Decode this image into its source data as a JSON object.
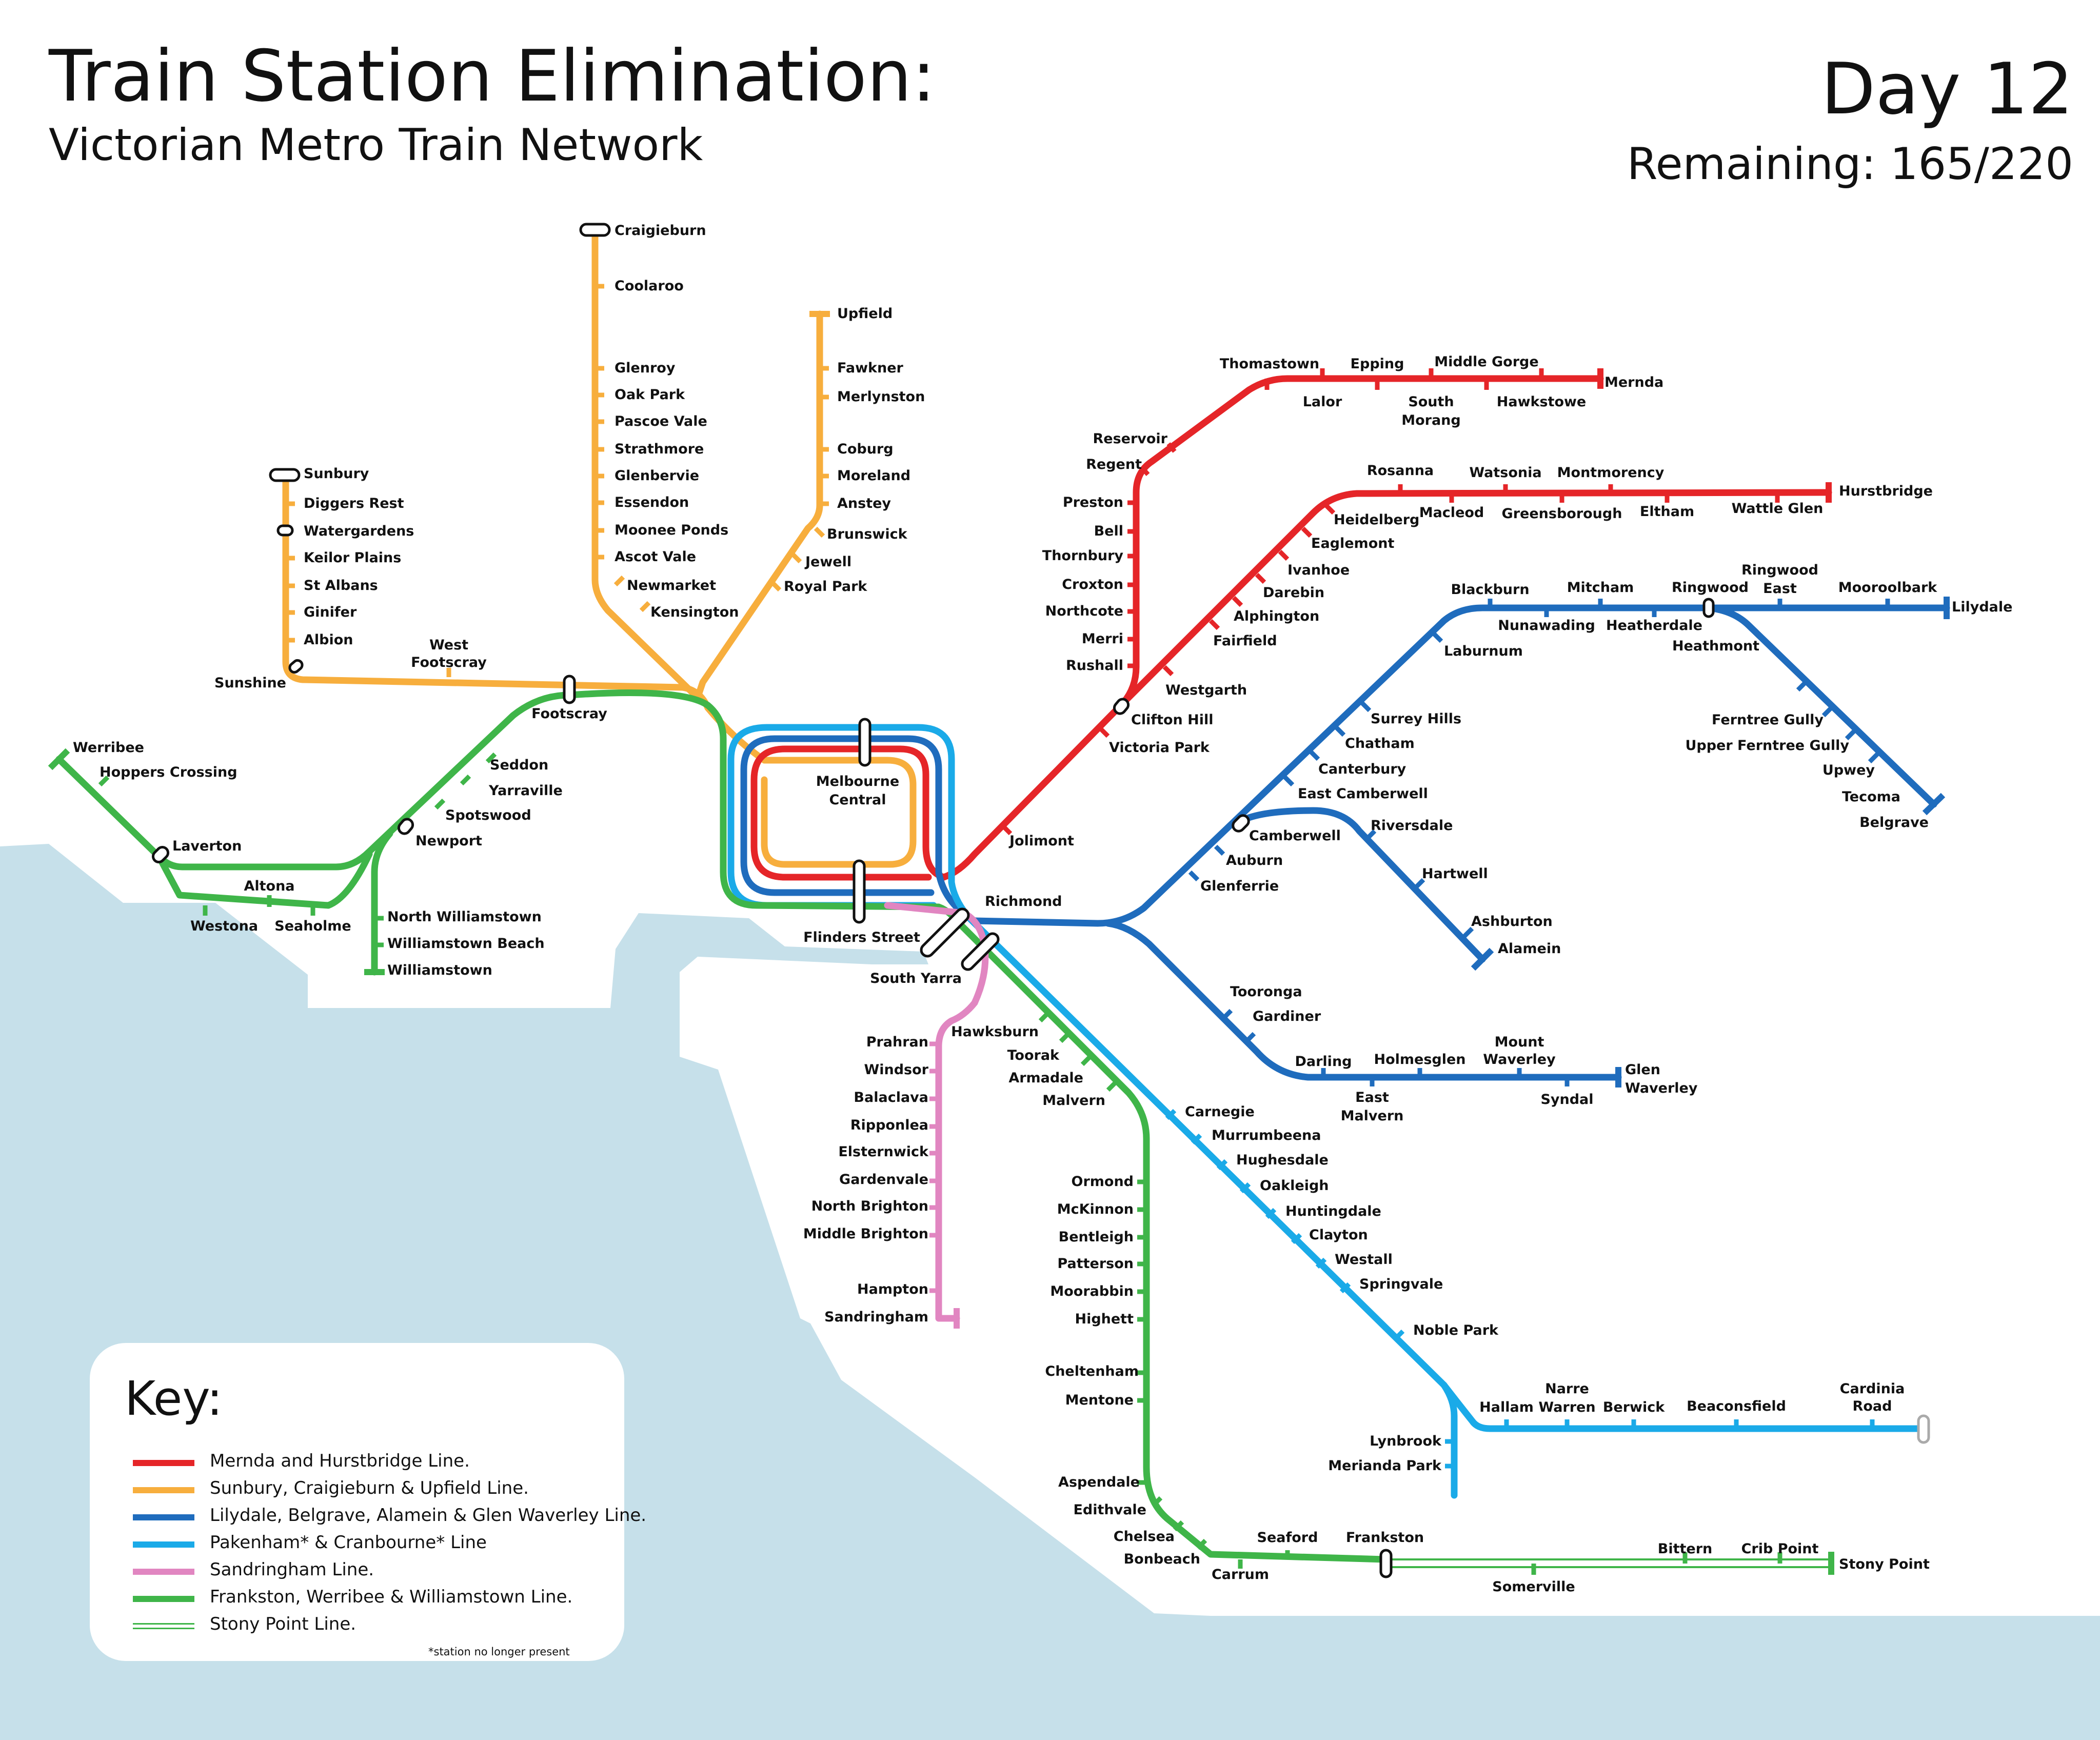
{
  "title": "Train Station Elimination:",
  "subtitle": "Victorian Metro Train Network",
  "day": "Day 12",
  "remaining": "Remaining: 165/220",
  "colors": {
    "red": "#e52528",
    "orange": "#f7ae3d",
    "darkblue": "#1f6cbd",
    "lightblue": "#1aaae8",
    "pink": "#e186c1",
    "green": "#3fb549",
    "water": "#c6e0ea"
  },
  "key": {
    "title": "Key:",
    "items": [
      {
        "label": "Mernda and Hurstbridge Line.",
        "color": "#e52528"
      },
      {
        "label": "Sunbury, Craigieburn & Upfield Line.",
        "color": "#f7ae3d"
      },
      {
        "label": "Lilydale, Belgrave, Alamein & Glen Waverley Line.",
        "color": "#1f6cbd"
      },
      {
        "label": "Pakenham* & Cranbourne* Line",
        "color": "#1aaae8"
      },
      {
        "label": "Sandringham Line.",
        "color": "#e186c1"
      },
      {
        "label": "Frankston, Werribee & Williamstown Line.",
        "color": "#3fb549"
      },
      {
        "label": "Stony Point Line.",
        "color": "#3fb549"
      }
    ],
    "note": "*station no longer present"
  },
  "stations": {
    "mernda": [
      "Thomastown",
      "Epping",
      "Middle Gorge",
      "Mernda",
      "Lalor",
      "South",
      "Morang",
      "Hawkstowe",
      "Reservoir",
      "Regent",
      "Preston",
      "Bell",
      "Thornbury",
      "Croxton",
      "Northcote",
      "Merri",
      "Rushall"
    ],
    "hurstbridge": [
      "Rosanna",
      "Watsonia",
      "Montmorency",
      "Hurstbridge",
      "Heidelberg",
      "Macleod",
      "Greensborough",
      "Eltham",
      "Wattle Glen",
      "Eaglemont",
      "Ivanhoe",
      "Darebin",
      "Alphington",
      "Fairfield",
      "Westgarth",
      "Clifton Hill",
      "Victoria Park",
      "Jolimont"
    ],
    "lilydale": [
      "Blackburn",
      "Mitcham",
      "Ringwood",
      "Ringwood",
      "East",
      "Mooroolbark",
      "Lilydale",
      "Nunawading",
      "Heatherdale",
      "Heathmont",
      "Laburnum",
      "Surrey Hills",
      "Chatham",
      "Canterbury",
      "East Camberwell",
      "Camberwell",
      "Auburn",
      "Glenferrie",
      "Richmond"
    ],
    "belgrave": [
      "Ferntree Gully",
      "Upper Ferntree Gully",
      "Upwey",
      "Tecoma",
      "Belgrave"
    ],
    "alamein": [
      "Riversdale",
      "Hartwell",
      "Ashburton",
      "Alamein"
    ],
    "glen_waverley": [
      "Tooronga",
      "Gardiner",
      "Darling",
      "East",
      "Malvern",
      "Holmesglen",
      "Mount",
      "Waverley",
      "Syndal",
      "Glen",
      "Waverley"
    ],
    "pakenham": [
      "Carnegie",
      "Murrumbeena",
      "Hughesdale",
      "Oakleigh",
      "Huntingdale",
      "Clayton",
      "Westall",
      "Springvale",
      "Noble Park",
      "Hallam",
      "Narre",
      "Warren",
      "Berwick",
      "Beaconsfield",
      "Cardinia",
      "Road",
      "Lynbrook",
      "Merianda Park"
    ],
    "sandringham": [
      "South Yarra",
      "Prahran",
      "Windsor",
      "Balaclava",
      "Ripponlea",
      "Elsternwick",
      "Gardenvale",
      "North Brighton",
      "Middle Brighton",
      "Hampton",
      "Sandringham"
    ],
    "frankston": [
      "Hawksburn",
      "Toorak",
      "Armadale",
      "Malvern",
      "Ormond",
      "McKinnon",
      "Bentleigh",
      "Patterson",
      "Moorabbin",
      "Highett",
      "Cheltenham",
      "Mentone",
      "Aspendale",
      "Edithvale",
      "Chelsea",
      "Bonbeach",
      "Carrum",
      "Seaford",
      "Frankston"
    ],
    "stony_point": [
      "Somerville",
      "Bittern",
      "Crib Point",
      "Stony Point"
    ],
    "werribee": [
      "Werribee",
      "Hoppers Crossing",
      "Laverton",
      "Altona",
      "Westona",
      "Seaholme",
      "Newport",
      "Spotswood",
      "Yarraville",
      "Seddon",
      "Footscray",
      "North Williamstown",
      "Williamstown Beach",
      "Williamstown"
    ],
    "sunbury": [
      "Sunbury",
      "Diggers Rest",
      "Watergardens",
      "Keilor Plains",
      "St Albans",
      "Ginifer",
      "Albion",
      "Sunshine",
      "West",
      "Footscray"
    ],
    "craigieburn": [
      "Craigieburn",
      "Coolaroo",
      "Glenroy",
      "Oak Park",
      "Pascoe Vale",
      "Strathmore",
      "Glenbervie",
      "Essendon",
      "Moonee Ponds",
      "Ascot Vale",
      "Newmarket",
      "Kensington"
    ],
    "upfield": [
      "Upfield",
      "Fawkner",
      "Merlynston",
      "Coburg",
      "Moreland",
      "Anstey",
      "Brunswick",
      "Jewell",
      "Royal Park"
    ],
    "city": [
      "Melbourne",
      "Central",
      "Flinders Street"
    ]
  }
}
